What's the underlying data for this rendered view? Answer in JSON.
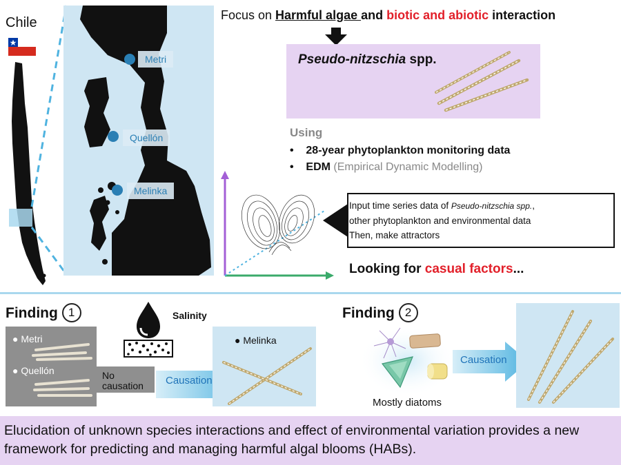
{
  "country_label": "Chile",
  "sites": {
    "metri": "Metri",
    "quellon": "Quellón",
    "melinka": "Melinka"
  },
  "focus": {
    "prefix": "Focus on ",
    "harmful": "Harmful algae ",
    "and": "and ",
    "biotic": "biotic and abiotic",
    "suffix": " interaction"
  },
  "species_title": {
    "name": "Pseudo-nitzschia",
    "suffix": " spp."
  },
  "using": {
    "heading": "Using",
    "item1": "28-year phytoplankton monitoring data",
    "item2_main": "EDM",
    "item2_detail": " (Empirical Dynamic Modelling)"
  },
  "callout": {
    "line1_prefix": "Input time series data of ",
    "line1_species": "Pseudo-nitzschia spp.",
    "line1_suffix": ",",
    "line2": "other phytoplankton and environmental data",
    "line3": "Then, make attractors"
  },
  "looking": {
    "prefix": "Looking for ",
    "highlight": "casual factors",
    "suffix": "..."
  },
  "finding1": {
    "label": "Finding ",
    "number": "1",
    "site_a": "Metri",
    "site_b": "Quellón",
    "no_causation": "No causation",
    "salinity": "Salinity",
    "causation": "Causation",
    "melinka": "Melinka"
  },
  "finding2": {
    "label": "Finding ",
    "number": "2",
    "causation": "Causation",
    "mostly": "Mostly diatoms"
  },
  "conclusion": "Elucidation of unknown species interactions and effect of environmental variation provides a new framework for predicting and managing harmful algal blooms (HABs).",
  "colors": {
    "accent_red": "#e2202a",
    "site_blue": "#2a7fb4",
    "panel_blue": "#cfe6f3",
    "lavender": "#e6d3f2",
    "arrow_blue": "#4fb3e0",
    "axis_purple": "#a35fd6",
    "axis_green": "#3aaa6a"
  }
}
